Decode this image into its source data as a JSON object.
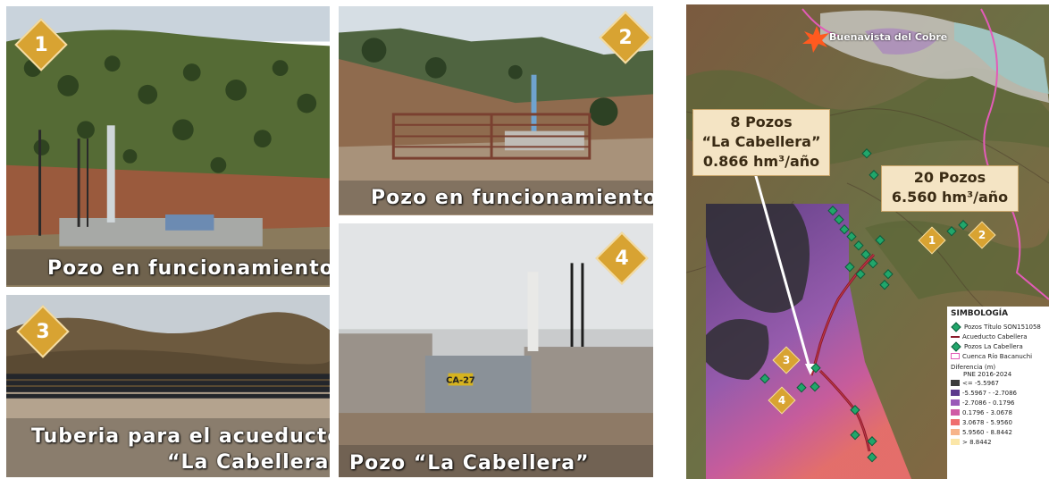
{
  "photos": [
    {
      "number": "1",
      "caption": "Pozo en funcionamiento"
    },
    {
      "number": "2",
      "caption": "Pozo en funcionamiento"
    },
    {
      "number": "3",
      "caption_line1": "Tuberia para el acueducto",
      "caption_line2": "“La Cabellera”"
    },
    {
      "number": "4",
      "caption": "Pozo “La Cabellera”",
      "sign": "CA-27"
    }
  ],
  "map": {
    "place_label": "Buenavista del Cobre",
    "callout_a": {
      "line1": "8 Pozos",
      "line2": "“La Cabellera”",
      "line3": "0.866 hm³/año"
    },
    "callout_b": {
      "line1": "20 Pozos",
      "line2": "6.560 hm³/año"
    },
    "markers": [
      "1",
      "2",
      "3",
      "4"
    ],
    "legend": {
      "title": "SIMBOLOGÍA",
      "items": [
        {
          "label": "Pozos Título SON151058",
          "kind": "diamond",
          "color": "#21a66b"
        },
        {
          "label": "Acueducto Cabellera",
          "kind": "line",
          "color": "#8b1a2a"
        },
        {
          "label": "Pozos La Cabellera",
          "kind": "diamond",
          "color": "#21a66b"
        },
        {
          "label": "Cuenca Río Bacanuchi",
          "kind": "box",
          "color": "#e35bb8"
        }
      ],
      "diff_title": "Diferencia (m)",
      "diff_sub": "PNE 2016-2024",
      "ranges": [
        {
          "label": "<= -5.5967",
          "color": "#3c3c3c"
        },
        {
          "label": "-5.5967 - -2.7086",
          "color": "#5d3a8c"
        },
        {
          "label": "-2.7086 - 0.1796",
          "color": "#9a59b8"
        },
        {
          "label": "0.1796 - 3.0678",
          "color": "#d05aa5"
        },
        {
          "label": "3.0678 - 5.9560",
          "color": "#ef6f6f"
        },
        {
          "label": "5.9560 - 8.8442",
          "color": "#f7b48a"
        },
        {
          "label": "> 8.8442",
          "color": "#fbe6a8"
        }
      ]
    }
  }
}
